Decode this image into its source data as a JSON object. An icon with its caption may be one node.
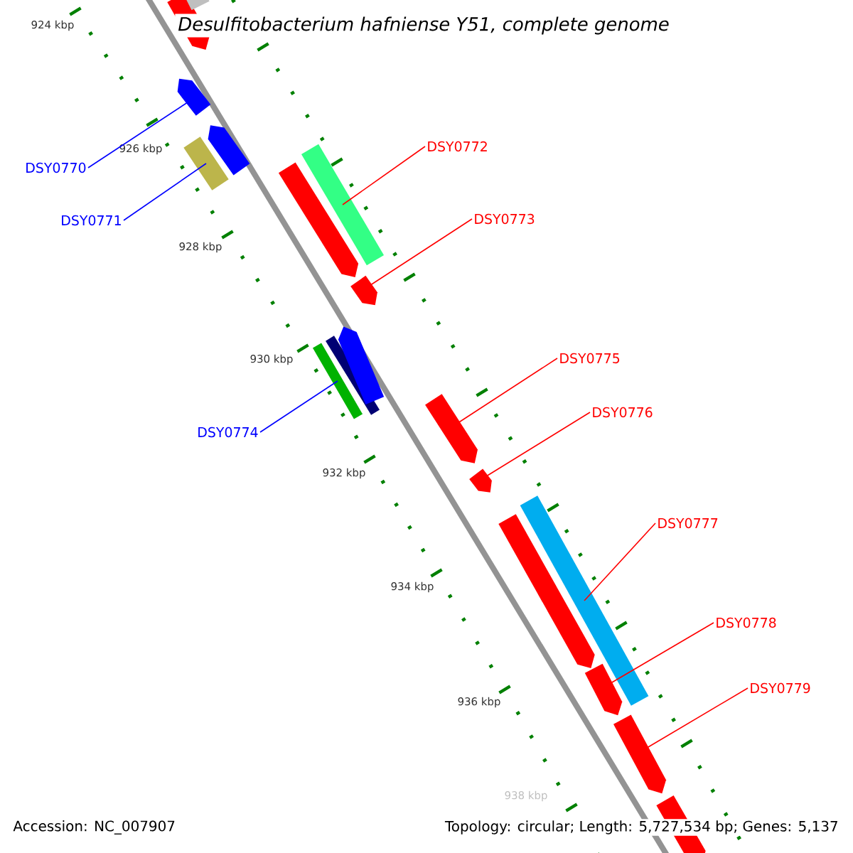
{
  "diagram": {
    "title": "Desulfitobacterium hafniense Y51, complete genome",
    "nodes": [
      {
        "text": [
          "DSY0770"
        ]
      },
      {
        "text": [
          "DSY0771"
        ]
      },
      {
        "text": [
          "DSY0772"
        ]
      },
      {
        "text": [
          "DSY0773"
        ]
      },
      {
        "text": [
          "DSY0774"
        ]
      },
      {
        "text": [
          "DSY0775"
        ]
      },
      {
        "text": [
          "DSY0776"
        ]
      },
      {
        "text": [
          "DSY0777"
        ]
      },
      {
        "text": [
          "DSY0778"
        ]
      },
      {
        "text": [
          "DSY0779"
        ]
      },
      {
        "text": [],
        "shape": "pentagon"
      },
      {
        "text": [],
        "shape": "pentagon"
      },
      {
        "text": [],
        "shape": "bar"
      },
      {
        "text": [],
        "shape": "bar"
      },
      {
        "text": [],
        "shape": "bar"
      },
      {
        "text": [],
        "shape": "pentagon"
      },
      {
        "text": [],
        "shape": "pentagon"
      },
      {
        "text": [],
        "shape": "bar"
      },
      {
        "text": [],
        "shape": "pentagon"
      },
      {
        "text": [],
        "shape": "bar"
      },
      {
        "text": [],
        "shape": "pentagon"
      },
      {
        "text": [],
        "shape": "pentagon"
      },
      {
        "text": [],
        "shape": "pentagon"
      },
      {
        "text": [],
        "shape": "pentagon"
      },
      {
        "text": [],
        "shape": "bar"
      },
      {
        "text": [],
        "shape": "pentagon"
      },
      {
        "text": [],
        "shape": "pentagon"
      },
      {
        "text": [],
        "shape": "pentagon"
      }
    ],
    "edges": [
      {
        "from": 0,
        "to": 10,
        "arrow": "none",
        "color": "#0000ff"
      },
      {
        "from": 1,
        "to": 12,
        "arrow": "none",
        "color": "#0000ff"
      },
      {
        "from": 2,
        "to": 19,
        "arrow": "none"
      },
      {
        "from": 3,
        "to": 20,
        "arrow": "none"
      },
      {
        "from": 4,
        "to": 13,
        "arrow": "none",
        "color": "#0000ff"
      },
      {
        "from": 5,
        "to": 21,
        "arrow": "none"
      },
      {
        "from": 6,
        "to": 22,
        "arrow": "none"
      },
      {
        "from": 7,
        "to": 24,
        "arrow": "none"
      },
      {
        "from": 8,
        "to": 25,
        "arrow": "none"
      },
      {
        "from": 9,
        "to": 26,
        "arrow": "none"
      }
    ],
    "labels": [
      "924 kbp",
      "926 kbp",
      "928 kbp",
      "930 kbp",
      "932 kbp",
      "934 kbp",
      "936 kbp",
      "938 kbp",
      "Accession: NC_007907",
      "Topology: circular; Length: 5,727,534 bp; Genes: 5,137"
    ]
  }
}
